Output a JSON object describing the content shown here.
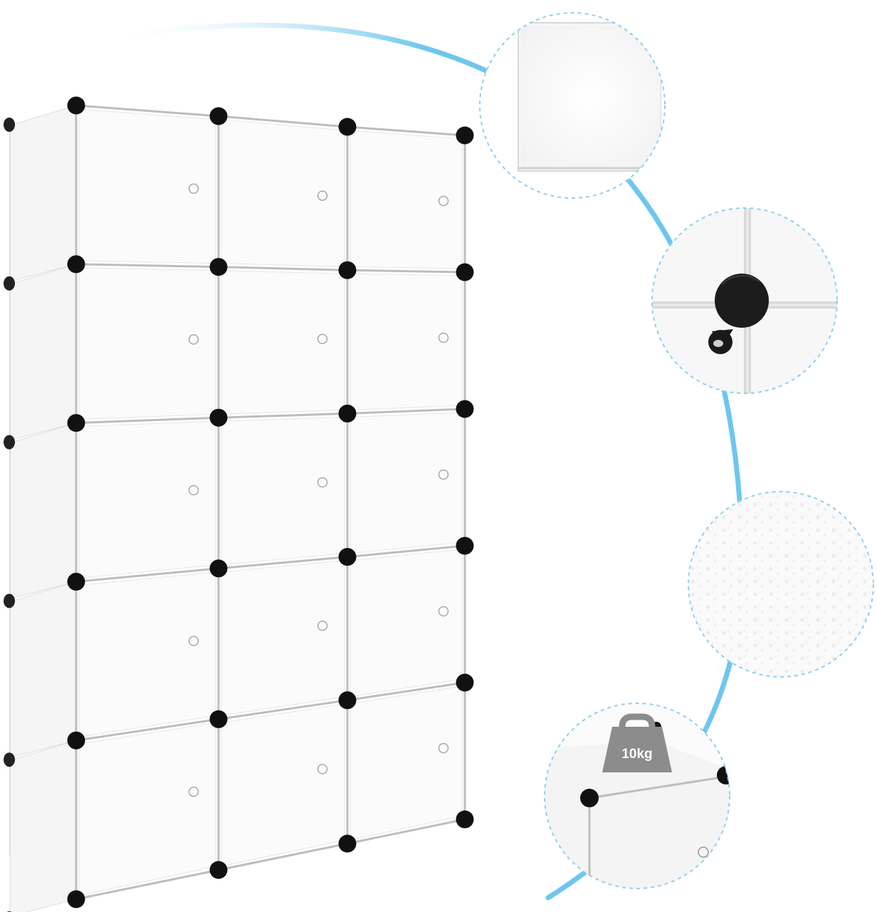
{
  "product": {
    "grid": {
      "columns": 3,
      "rows": 5
    },
    "panel_color": "#fbfbfb",
    "frame_color": "#bdbdbd",
    "connector_color": "#111111"
  },
  "callouts": [
    {
      "feature": "panel-corner-detail"
    },
    {
      "feature": "connector-detail"
    },
    {
      "feature": "texture-detail"
    },
    {
      "feature": "load-capacity-detail",
      "weight_label": "10kg"
    }
  ],
  "colors": {
    "accent": "#6ec6ee",
    "dashed_circle": "#8fd0ef",
    "weight_icon": "#8c8c8c"
  }
}
